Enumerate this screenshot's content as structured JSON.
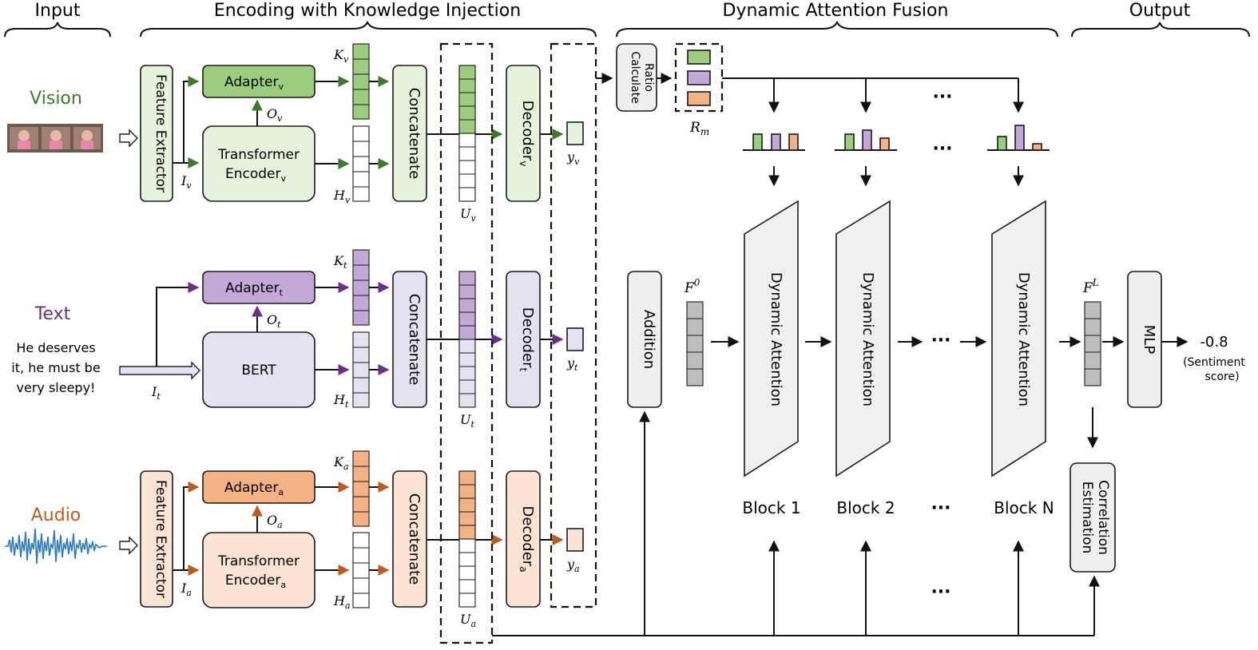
{
  "sections": {
    "input": "Input",
    "encoding": "Encoding with Knowledge Injection",
    "fusion": "Dynamic Attention Fusion",
    "output": "Output"
  },
  "modalities": {
    "vision": {
      "name": "Vision",
      "color": "#3f7a2c",
      "fill_light": "#e6f2dc",
      "fill_dark": "#9ccc7e",
      "feature_extractor": "Feature Extractor",
      "adapter": "Adapter",
      "adapter_sub": "v",
      "encoder_line1": "Transformer",
      "encoder_line2": "Encoder",
      "encoder_sub": "v",
      "concatenate": "Concatenate",
      "decoder": "Decoder",
      "decoder_sub": "v",
      "I": "I",
      "I_sub": "v",
      "O": "O",
      "O_sub": "v",
      "K": "K",
      "K_sub": "v",
      "H": "H",
      "H_sub": "v",
      "U": "U",
      "U_sub": "v",
      "y": "y",
      "y_sub": "v"
    },
    "text": {
      "name": "Text",
      "color": "#6a2f86",
      "fill_light": "#e6e1f1",
      "fill_dark": "#c3a9d8",
      "sample_line1": "He deserves",
      "sample_line2": "it, he must be",
      "sample_line3": "very sleepy!",
      "adapter": "Adapter",
      "adapter_sub": "t",
      "encoder": "BERT",
      "concatenate": "Concatenate",
      "decoder": "Decoder",
      "decoder_sub": "t",
      "I": "I",
      "I_sub": "t",
      "O": "O",
      "O_sub": "t",
      "K": "K",
      "K_sub": "t",
      "H": "H",
      "H_sub": "t",
      "U": "U",
      "U_sub": "t",
      "y": "y",
      "y_sub": "t"
    },
    "audio": {
      "name": "Audio",
      "color": "#bf5a1f",
      "fill_light": "#fbe4d3",
      "fill_dark": "#f4b183",
      "feature_extractor": "Feature Extractor",
      "adapter": "Adapter",
      "adapter_sub": "a",
      "encoder_line1": "Transformer",
      "encoder_line2": "Encoder",
      "encoder_sub": "a",
      "concatenate": "Concatenate",
      "decoder": "Decoder",
      "decoder_sub": "a",
      "I": "I",
      "I_sub": "a",
      "O": "O",
      "O_sub": "a",
      "K": "K",
      "K_sub": "a",
      "H": "H",
      "H_sub": "a",
      "U": "U",
      "U_sub": "a",
      "y": "y",
      "y_sub": "a"
    }
  },
  "fusion": {
    "calculate_ratio_line1": "Calculate",
    "calculate_ratio_line2": "Ratio",
    "R": "R",
    "R_sub": "m",
    "addition": "Addition",
    "F0": "F",
    "F0_sup": "0",
    "dynamic_attention": "Dynamic Attention",
    "blocks": [
      "Block 1",
      "Block 2",
      "Block N"
    ],
    "ellipsis": "···",
    "ratio_bars": [
      [
        0.6,
        0.6,
        0.6
      ],
      [
        0.6,
        0.75,
        0.45
      ],
      [
        0.5,
        0.95,
        0.25
      ]
    ]
  },
  "output": {
    "FL": "F",
    "FL_sup": "L",
    "mlp": "MLP",
    "correlation_line1": "Correlation",
    "correlation_line2": "Estimation",
    "score": "-0.8",
    "score_label_line1": "(Sentiment",
    "score_label_line2": "score)"
  },
  "colors": {
    "gray_fill": "#efefef",
    "gray_cell": "#bdbdbd",
    "gray_trap": "#f0f0f0"
  }
}
